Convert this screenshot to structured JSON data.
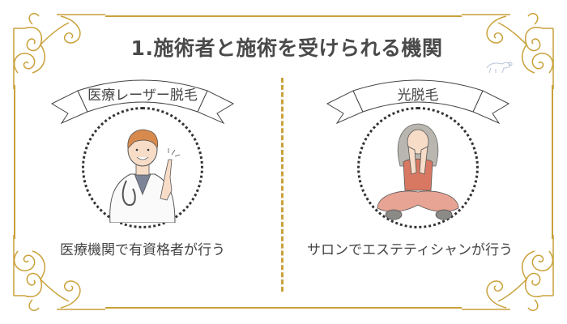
{
  "title": "1.施術者と施術を受けられる機関",
  "colors": {
    "gold": "#c9a13a",
    "text": "#444444",
    "dots": "#333333"
  },
  "left_panel": {
    "ribbon_label": "医療レーザー脱毛",
    "illustration": "doctor-pointing-finger",
    "caption": "医療機関で有資格者が行う"
  },
  "right_panel": {
    "ribbon_label": "光脱毛",
    "illustration": "woman-sitting-cross-legged",
    "caption": "サロンでエステティシャンが行う"
  }
}
